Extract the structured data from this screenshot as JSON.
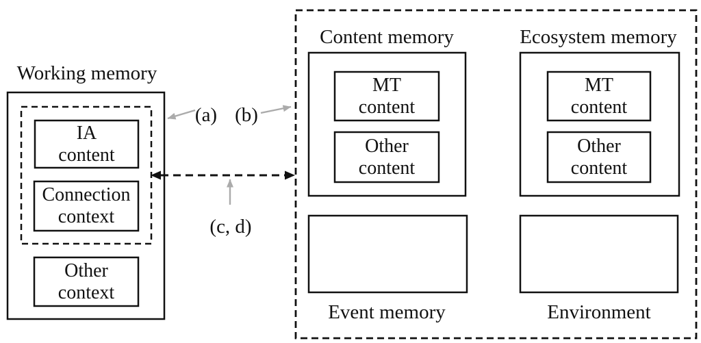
{
  "working_memory": {
    "title": "Working memory",
    "ia_content": "IA\ncontent",
    "connection_context": "Connection\ncontext",
    "other_context": "Other\ncontext"
  },
  "content_memory": {
    "title": "Content memory",
    "mt_content": "MT\ncontent",
    "other_content": "Other\ncontent"
  },
  "ecosystem_memory": {
    "title": "Ecosystem memory",
    "mt_content": "MT\ncontent",
    "other_content": "Other\ncontent"
  },
  "event_memory": {
    "title": "Event memory"
  },
  "environment": {
    "title": "Environment"
  },
  "annotations": {
    "a": "(a)",
    "b": "(b)",
    "c_d": "(c, d)"
  },
  "colors": {
    "line": "#111111",
    "gray_arrow": "#ababab",
    "background": "#ffffff"
  }
}
